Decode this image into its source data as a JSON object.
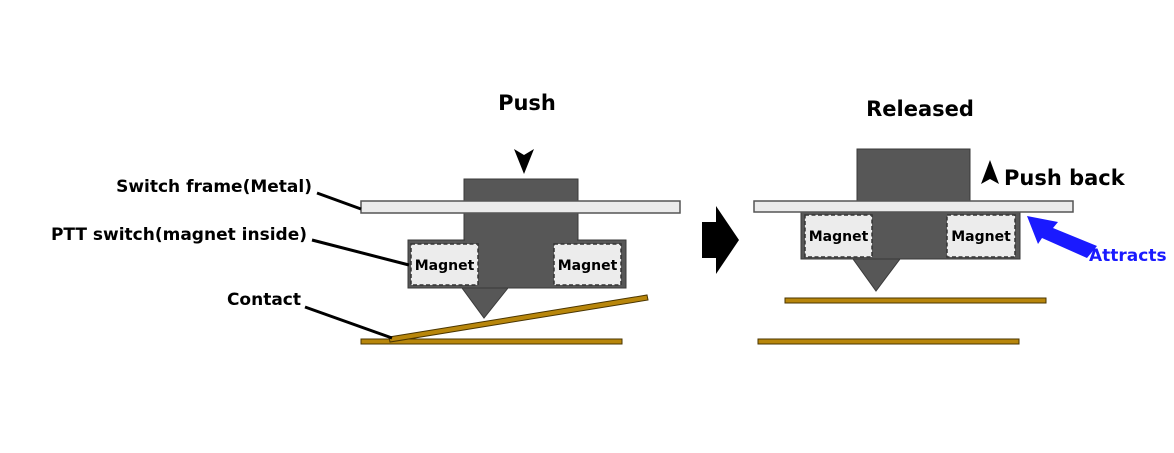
{
  "diagram": {
    "states": [
      {
        "title": "Push",
        "action_label": ""
      },
      {
        "title": "Released",
        "action_label": "Push back"
      }
    ],
    "callouts": {
      "switch_frame": "Switch frame(Metal)",
      "ptt_switch": "PTT switch(magnet inside)",
      "contact": "Contact"
    },
    "magnet_label": "Magnet",
    "attracts_label": "Attracts",
    "colors": {
      "frame": "#ebebeb",
      "switch_body": "#575757",
      "magnet": "#ececec",
      "contact": "#b8860b",
      "attract_arrow": "#1a1aff"
    }
  }
}
